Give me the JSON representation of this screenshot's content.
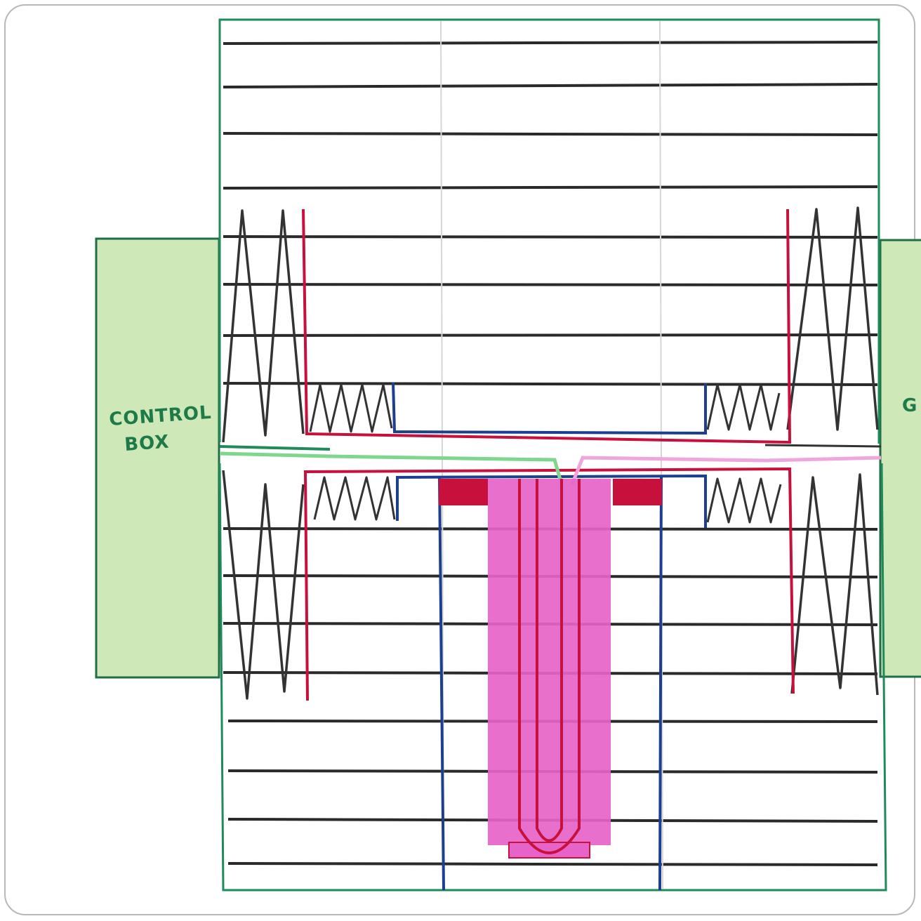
{
  "labels": {
    "left_box_line1": "CONTROL",
    "left_box_line2": "BOX",
    "right_box_fragment": "G"
  },
  "colors": {
    "panel_green": "#1f8a5a",
    "box_fill": "#cfe8b8",
    "spring_black": "#333333",
    "red": "#c8103c",
    "blue": "#1c3f8f",
    "magenta": "#e664c8",
    "light_green": "#7fd68f",
    "light_pink": "#f0a6dc",
    "shelf_black": "#2a2a2a"
  }
}
